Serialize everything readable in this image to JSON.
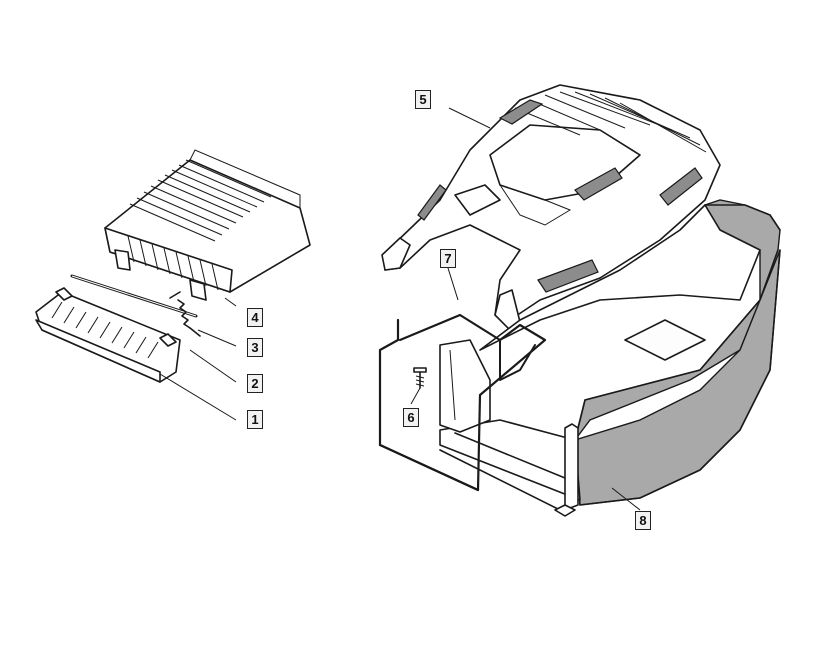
{
  "callouts": [
    {
      "id": "1",
      "label": "1"
    },
    {
      "id": "2",
      "label": "2"
    },
    {
      "id": "3",
      "label": "3"
    },
    {
      "id": "4",
      "label": "4"
    },
    {
      "id": "5",
      "label": "5"
    },
    {
      "id": "6",
      "label": "6"
    },
    {
      "id": "7",
      "label": "7"
    },
    {
      "id": "8",
      "label": "8"
    }
  ],
  "colors": {
    "line": "#1a1a1a",
    "bag_fabric": "#a9a9a9",
    "callout_fill": "#f2f2f2"
  }
}
